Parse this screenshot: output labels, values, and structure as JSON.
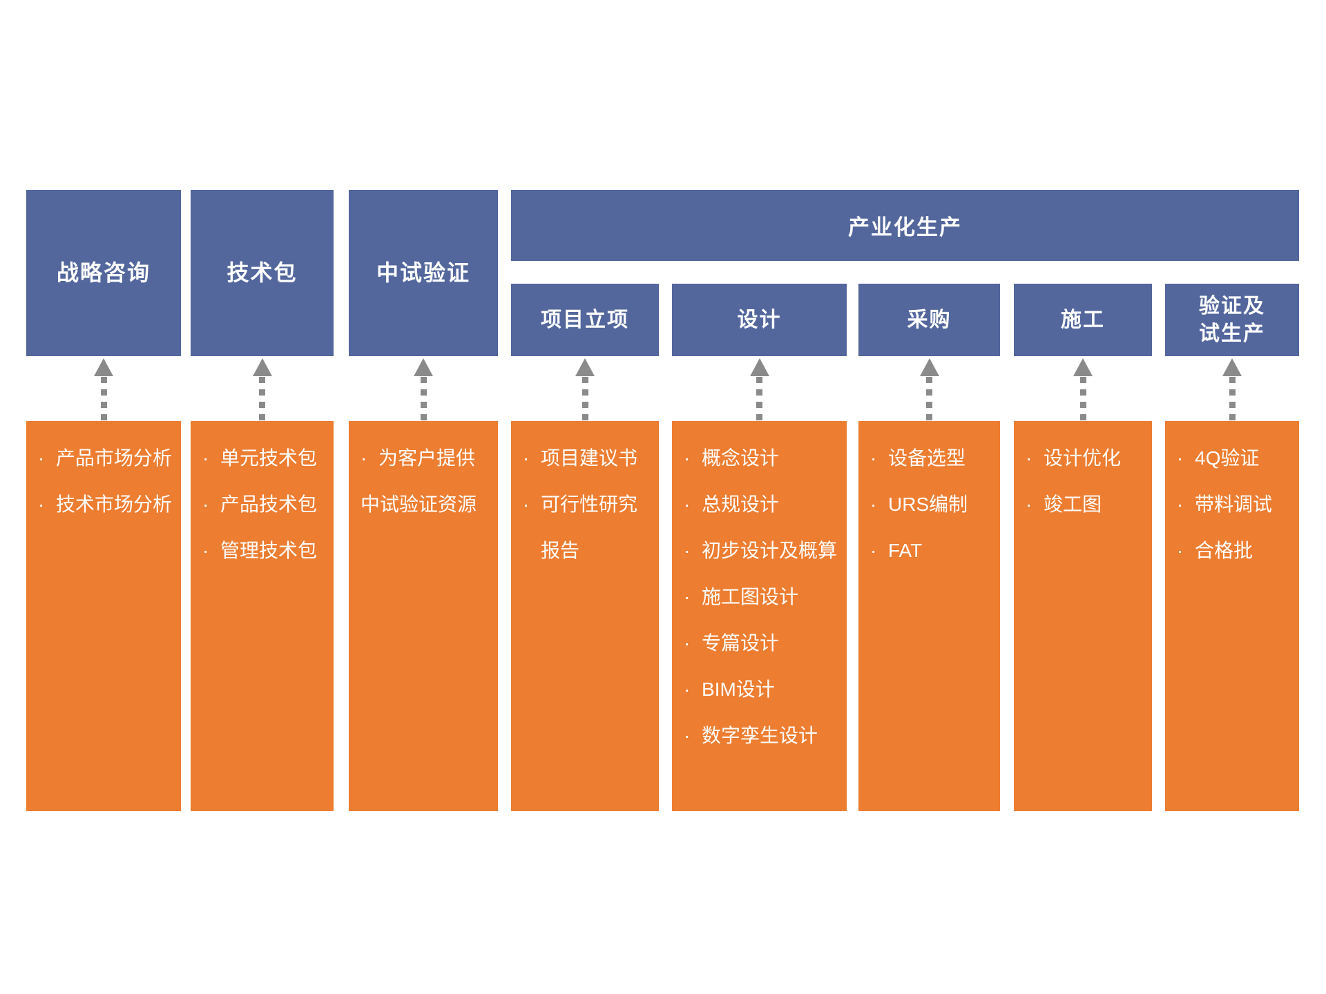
{
  "colors": {
    "blue": "#53679D",
    "orange": "#ED7D31",
    "arrow": "#8A8A8A",
    "bg": "#FFFFFF",
    "text-on-color": "#FFFFFF"
  },
  "bullet_char": "·",
  "banner": {
    "title": "产业化生产"
  },
  "columns": [
    {
      "id": "strategy-consulting",
      "type": "standalone",
      "header": "战略咨询",
      "items": [
        {
          "style": "bullet",
          "text": "产品市场分析"
        },
        {
          "style": "bullet",
          "text": "技术市场分析"
        }
      ]
    },
    {
      "id": "technology-package",
      "type": "standalone",
      "header": "技术包",
      "items": [
        {
          "style": "bullet",
          "text": "单元技术包"
        },
        {
          "style": "bullet",
          "text": "产品技术包"
        },
        {
          "style": "bullet",
          "text": "管理技术包"
        }
      ]
    },
    {
      "id": "pilot-verification",
      "type": "standalone",
      "header": "中试验证",
      "items": [
        {
          "style": "bullet",
          "text": "为客户提供"
        },
        {
          "style": "flush",
          "text": "中试验证资源"
        }
      ]
    },
    {
      "id": "project-initiation",
      "type": "grouped",
      "header": "项目立项",
      "items": [
        {
          "style": "bullet",
          "text": "项目建议书"
        },
        {
          "style": "bullet",
          "text": "可行性研究"
        },
        {
          "style": "indent",
          "text": "报告"
        }
      ]
    },
    {
      "id": "design",
      "type": "grouped",
      "header": "设计",
      "items": [
        {
          "style": "bullet",
          "text": "概念设计"
        },
        {
          "style": "bullet",
          "text": "总规设计"
        },
        {
          "style": "bullet",
          "text": "初步设计及概算"
        },
        {
          "style": "bullet",
          "text": "施工图设计"
        },
        {
          "style": "bullet",
          "text": "专篇设计"
        },
        {
          "style": "bullet",
          "text": "BIM设计"
        },
        {
          "style": "bullet",
          "text": "数字孪生设计"
        }
      ]
    },
    {
      "id": "procurement",
      "type": "grouped",
      "header": "采购",
      "items": [
        {
          "style": "bullet",
          "text": "设备选型"
        },
        {
          "style": "bullet",
          "text": "URS编制"
        },
        {
          "style": "bullet",
          "text": "FAT"
        }
      ]
    },
    {
      "id": "construction",
      "type": "grouped",
      "header": "施工",
      "items": [
        {
          "style": "bullet",
          "text": "设计优化"
        },
        {
          "style": "bullet",
          "text": "竣工图"
        }
      ]
    },
    {
      "id": "verification-trial-production",
      "type": "grouped",
      "header": "验证及\n试生产",
      "items": [
        {
          "style": "bullet",
          "text": "4Q验证"
        },
        {
          "style": "bullet",
          "text": "带料调试"
        },
        {
          "style": "bullet",
          "text": "合格批"
        }
      ]
    }
  ]
}
